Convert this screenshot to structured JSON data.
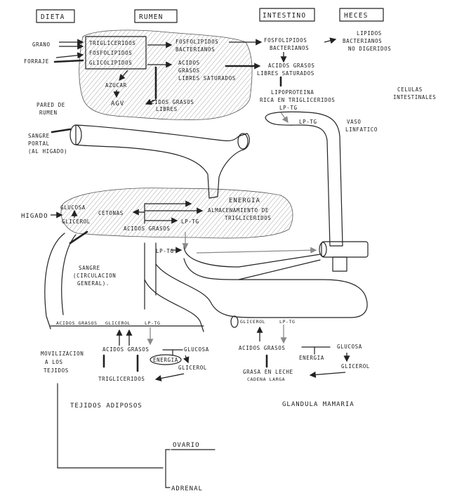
{
  "headers": {
    "dieta": "DIETA",
    "rumen": "RUMEN",
    "intestino": "INTESTINO",
    "heces": "HECES"
  },
  "rumen_section": {
    "grano": "GRANO",
    "forraje": "FORRAJE",
    "box_lines": [
      "TRIGLICERIDOS",
      "FOSFOLIPIDOS",
      "GLICOLIPIDOS"
    ],
    "fosfolipidos_bacterianos": [
      "FOSFOLIPIDOS",
      "BACTERIANOS"
    ],
    "acidos_grasos_libres_saturados": [
      "ACIDOS",
      "GRASOS",
      "LIBRES SATURADOS"
    ],
    "azucar": "AZUCAR",
    "agv": "AGV",
    "acidos_grasos_libres": [
      "ACIDOS GRASOS",
      "LIBRES"
    ],
    "pared_rumen": [
      "PARED DE",
      "RUMEN"
    ]
  },
  "intestine_section": {
    "fosfolipidos_bacterianos": [
      "FOSFOLIPIDOS",
      "BACTERIANOS"
    ],
    "acidos_grasos_libres_saturados": [
      "ACIDOS GRASOS",
      "LIBRES SATURADOS"
    ],
    "lipoproteina": [
      "LIPOPROTEINA",
      "RICA EN TRIGLICERIDOS",
      "LP-TG"
    ],
    "celulas_intestinales": [
      "CELULAS",
      "INTESTINALES"
    ]
  },
  "heces_section": {
    "lipidos": [
      "LIPIDOS",
      "BACTERIANOS",
      "NO DIGERIDOS"
    ]
  },
  "portal": {
    "sangre_portal": [
      "SANGRE",
      "PORTAL",
      "(AL HIGADO)"
    ],
    "vaso_linfatico": [
      "VASO",
      "LINFATICO"
    ],
    "lp_tg_lymph": "LP-TG"
  },
  "liver": {
    "higado": "HIGADO",
    "glucosa": "GLUCOSA",
    "glicerol": "GLICEROL",
    "cetonas": "CETONAS",
    "acidos_grasos": "ACIDOS GRASOS",
    "lp_tg": "LP-TG",
    "energia": "ENERGIA",
    "almacenamiento": [
      "ALMACENAMIENTO DE",
      "TRIGLICERIDOS"
    ]
  },
  "circulation": {
    "lp_tg": "LP-TG",
    "sangre": [
      "SANGRE",
      "(CIRCULACION",
      "GENERAL)."
    ]
  },
  "adipose": {
    "top_row": [
      "ACIDOS GRASOS",
      "GLICEROL",
      "LP-TG"
    ],
    "acidos_grasos": "ACIDOS GRASOS",
    "glucosa": "GLUCOSA",
    "energia": "ENERGIA",
    "glicerol": "GLICEROL",
    "trigliceridos": "TRIGLICERIDOS",
    "movilizacion": [
      "MOVILIZACION",
      "A LOS",
      "TEJIDOS"
    ],
    "title": "TEJIDOS ADIPOSOS"
  },
  "mammary": {
    "top_row": [
      "GLICEROL",
      "LP-TG"
    ],
    "acidos_grasos": "ACIDOS GRASOS",
    "energia": "ENERGIA",
    "glucosa": "GLUCOSA",
    "glicerol": "GLICEROL",
    "grasa_leche": [
      "GRASA EN LECHE",
      "CADENA LARGA"
    ],
    "title": "GLANDULA MAMARIA"
  },
  "endocrine": {
    "ovario": "OVARIO",
    "adrenal": "ADRENAL"
  }
}
